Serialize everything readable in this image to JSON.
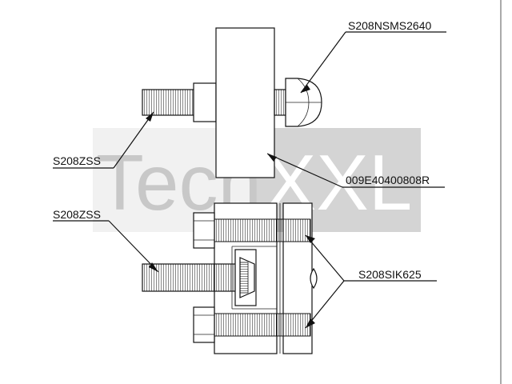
{
  "watermark": {
    "text_left": "Tech",
    "text_right": "XXL"
  },
  "labels": {
    "nut_top": "S208NSMS2640",
    "stud_top": "S208ZSS",
    "body_top": "009E40400808R",
    "stud_bottom": "S208ZSS",
    "screws_bottom": "S208SIK625"
  }
}
